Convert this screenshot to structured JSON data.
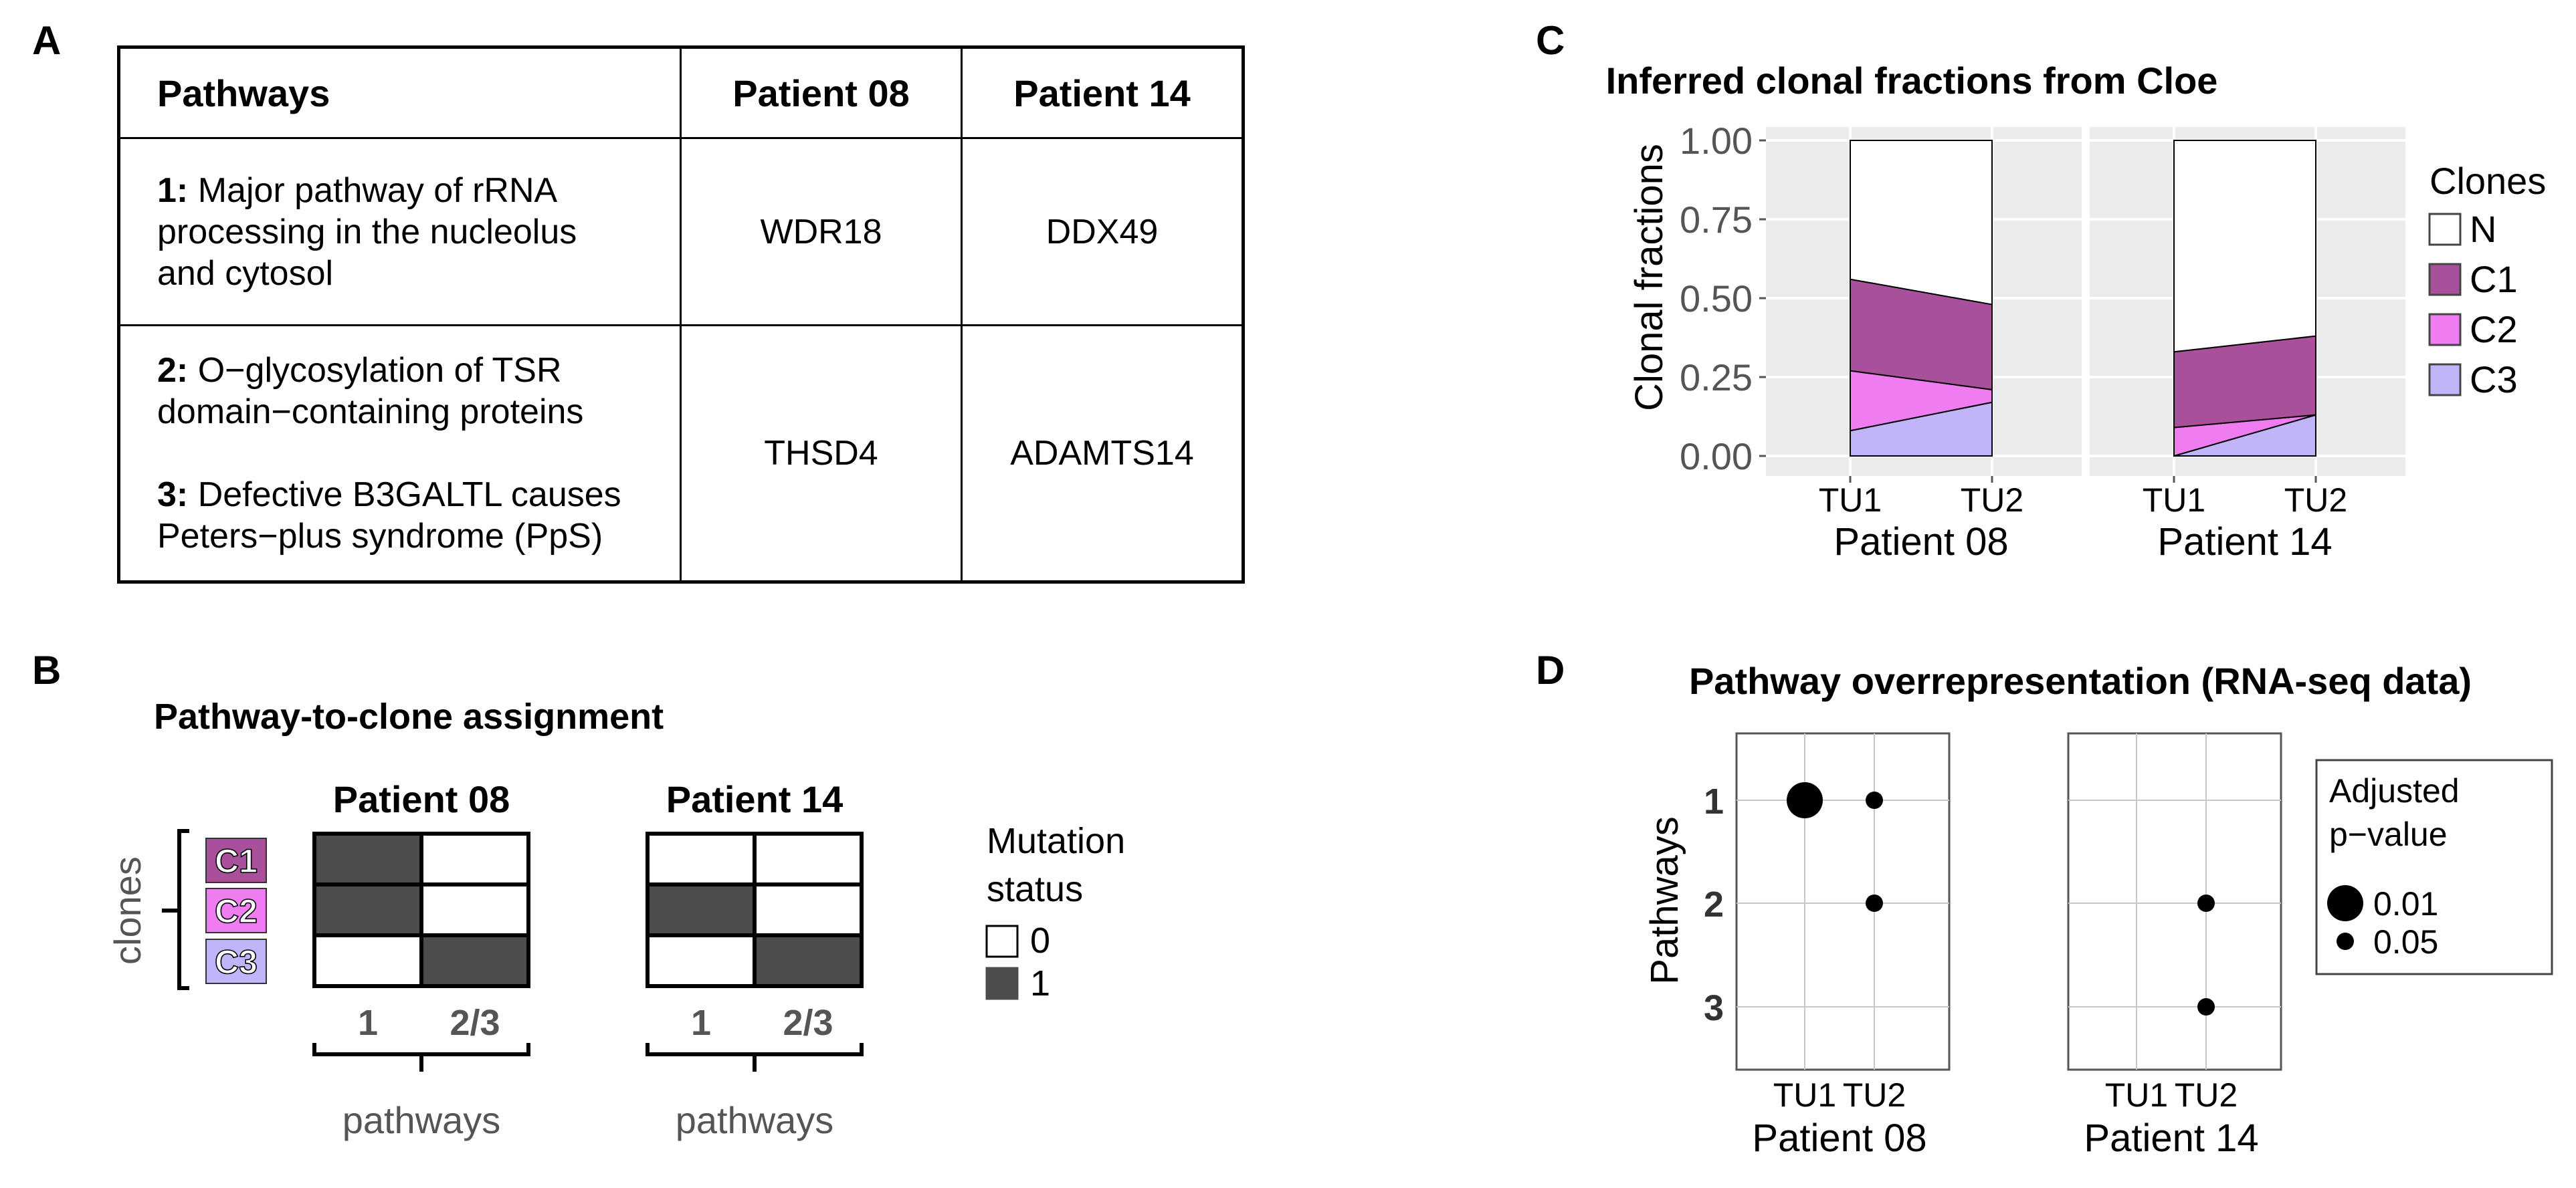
{
  "panels": {
    "a": "A",
    "b": "B",
    "c": "C",
    "d": "D"
  },
  "tableA": {
    "headers": [
      "Pathways",
      "Patient 08",
      "Patient 14"
    ],
    "rows": [
      {
        "items": [
          {
            "num": "1:",
            "lines": [
              "Major pathway of rRNA",
              "processing in the nucleolus",
              "and cytosol"
            ]
          }
        ],
        "p08": "WDR18",
        "p14": "DDX49"
      },
      {
        "items": [
          {
            "num": "2:",
            "lines": [
              "O−glycosylation of TSR",
              "domain−containing proteins"
            ]
          },
          {
            "num": "3:",
            "lines": [
              "Defective B3GALTL causes",
              "Peters−plus syndrome (PpS)"
            ]
          }
        ],
        "p08": "THSD4",
        "p14": "ADAMTS14"
      }
    ]
  },
  "panelB": {
    "title": "Pathway-to-clone assignment",
    "ylabel": "clones",
    "clones": [
      "C1",
      "C2",
      "C3"
    ],
    "clone_colors": [
      "#a8509a",
      "#f07cf2",
      "#c2b4f8"
    ],
    "patients": [
      {
        "name": "Patient 08",
        "matrix": [
          [
            1,
            0
          ],
          [
            1,
            0
          ],
          [
            0,
            1
          ]
        ]
      },
      {
        "name": "Patient 14",
        "matrix": [
          [
            0,
            0
          ],
          [
            1,
            0
          ],
          [
            0,
            1
          ]
        ]
      }
    ],
    "columns": [
      "1",
      "2/3"
    ],
    "xlabel": "pathways",
    "legend": {
      "title_lines": [
        "Mutation",
        "status"
      ],
      "items": [
        {
          "label": "0",
          "color": "#ffffff"
        },
        {
          "label": "1",
          "color": "#4d4d4d"
        }
      ]
    }
  },
  "chart_data": [
    {
      "type": "area",
      "title": "Inferred clonal fractions from Cloe",
      "ylabel": "Clonal fractions",
      "ylim": [
        0,
        1
      ],
      "yticks": [
        "0.00",
        "0.25",
        "0.50",
        "0.75",
        "1.00"
      ],
      "x": [
        "TU1",
        "TU2"
      ],
      "facets": [
        {
          "name": "Patient 08",
          "series": [
            {
              "name": "C3",
              "values": [
                0.08,
                0.17
              ]
            },
            {
              "name": "C2",
              "values": [
                0.19,
                0.04
              ]
            },
            {
              "name": "C1",
              "values": [
                0.29,
                0.27
              ]
            },
            {
              "name": "N",
              "values": [
                0.44,
                0.52
              ]
            }
          ]
        },
        {
          "name": "Patient 14",
          "series": [
            {
              "name": "C3",
              "values": [
                0.0,
                0.13
              ]
            },
            {
              "name": "C2",
              "values": [
                0.09,
                0.0
              ]
            },
            {
              "name": "C1",
              "values": [
                0.24,
                0.25
              ]
            },
            {
              "name": "N",
              "values": [
                0.67,
                0.62
              ]
            }
          ]
        }
      ],
      "legend": {
        "title": "Clones",
        "items": [
          "N",
          "C1",
          "C2",
          "C3"
        ],
        "position": "right"
      },
      "colors": {
        "N": "#ffffff",
        "C1": "#a8509a",
        "C2": "#f07cf2",
        "C3": "#c2b4f8"
      },
      "grid": true
    },
    {
      "type": "scatter",
      "title": "Pathway overrepresentation (RNA-seq data)",
      "ylabel": "Pathways",
      "x": [
        "TU1",
        "TU2"
      ],
      "y": [
        "1",
        "2",
        "3"
      ],
      "facets": [
        {
          "name": "Patient 08",
          "points": [
            {
              "x": "TU1",
              "y": "1",
              "p": 0.01
            },
            {
              "x": "TU2",
              "y": "1",
              "p": 0.05
            },
            {
              "x": "TU2",
              "y": "2",
              "p": 0.05
            }
          ]
        },
        {
          "name": "Patient 14",
          "points": [
            {
              "x": "TU2",
              "y": "2",
              "p": 0.05
            },
            {
              "x": "TU2",
              "y": "3",
              "p": 0.05
            }
          ]
        }
      ],
      "legend": {
        "title_lines": [
          "Adjusted",
          "p−value"
        ],
        "items": [
          {
            "label": "0.01",
            "p": 0.01
          },
          {
            "label": "0.05",
            "p": 0.05
          }
        ],
        "position": "right"
      }
    }
  ]
}
